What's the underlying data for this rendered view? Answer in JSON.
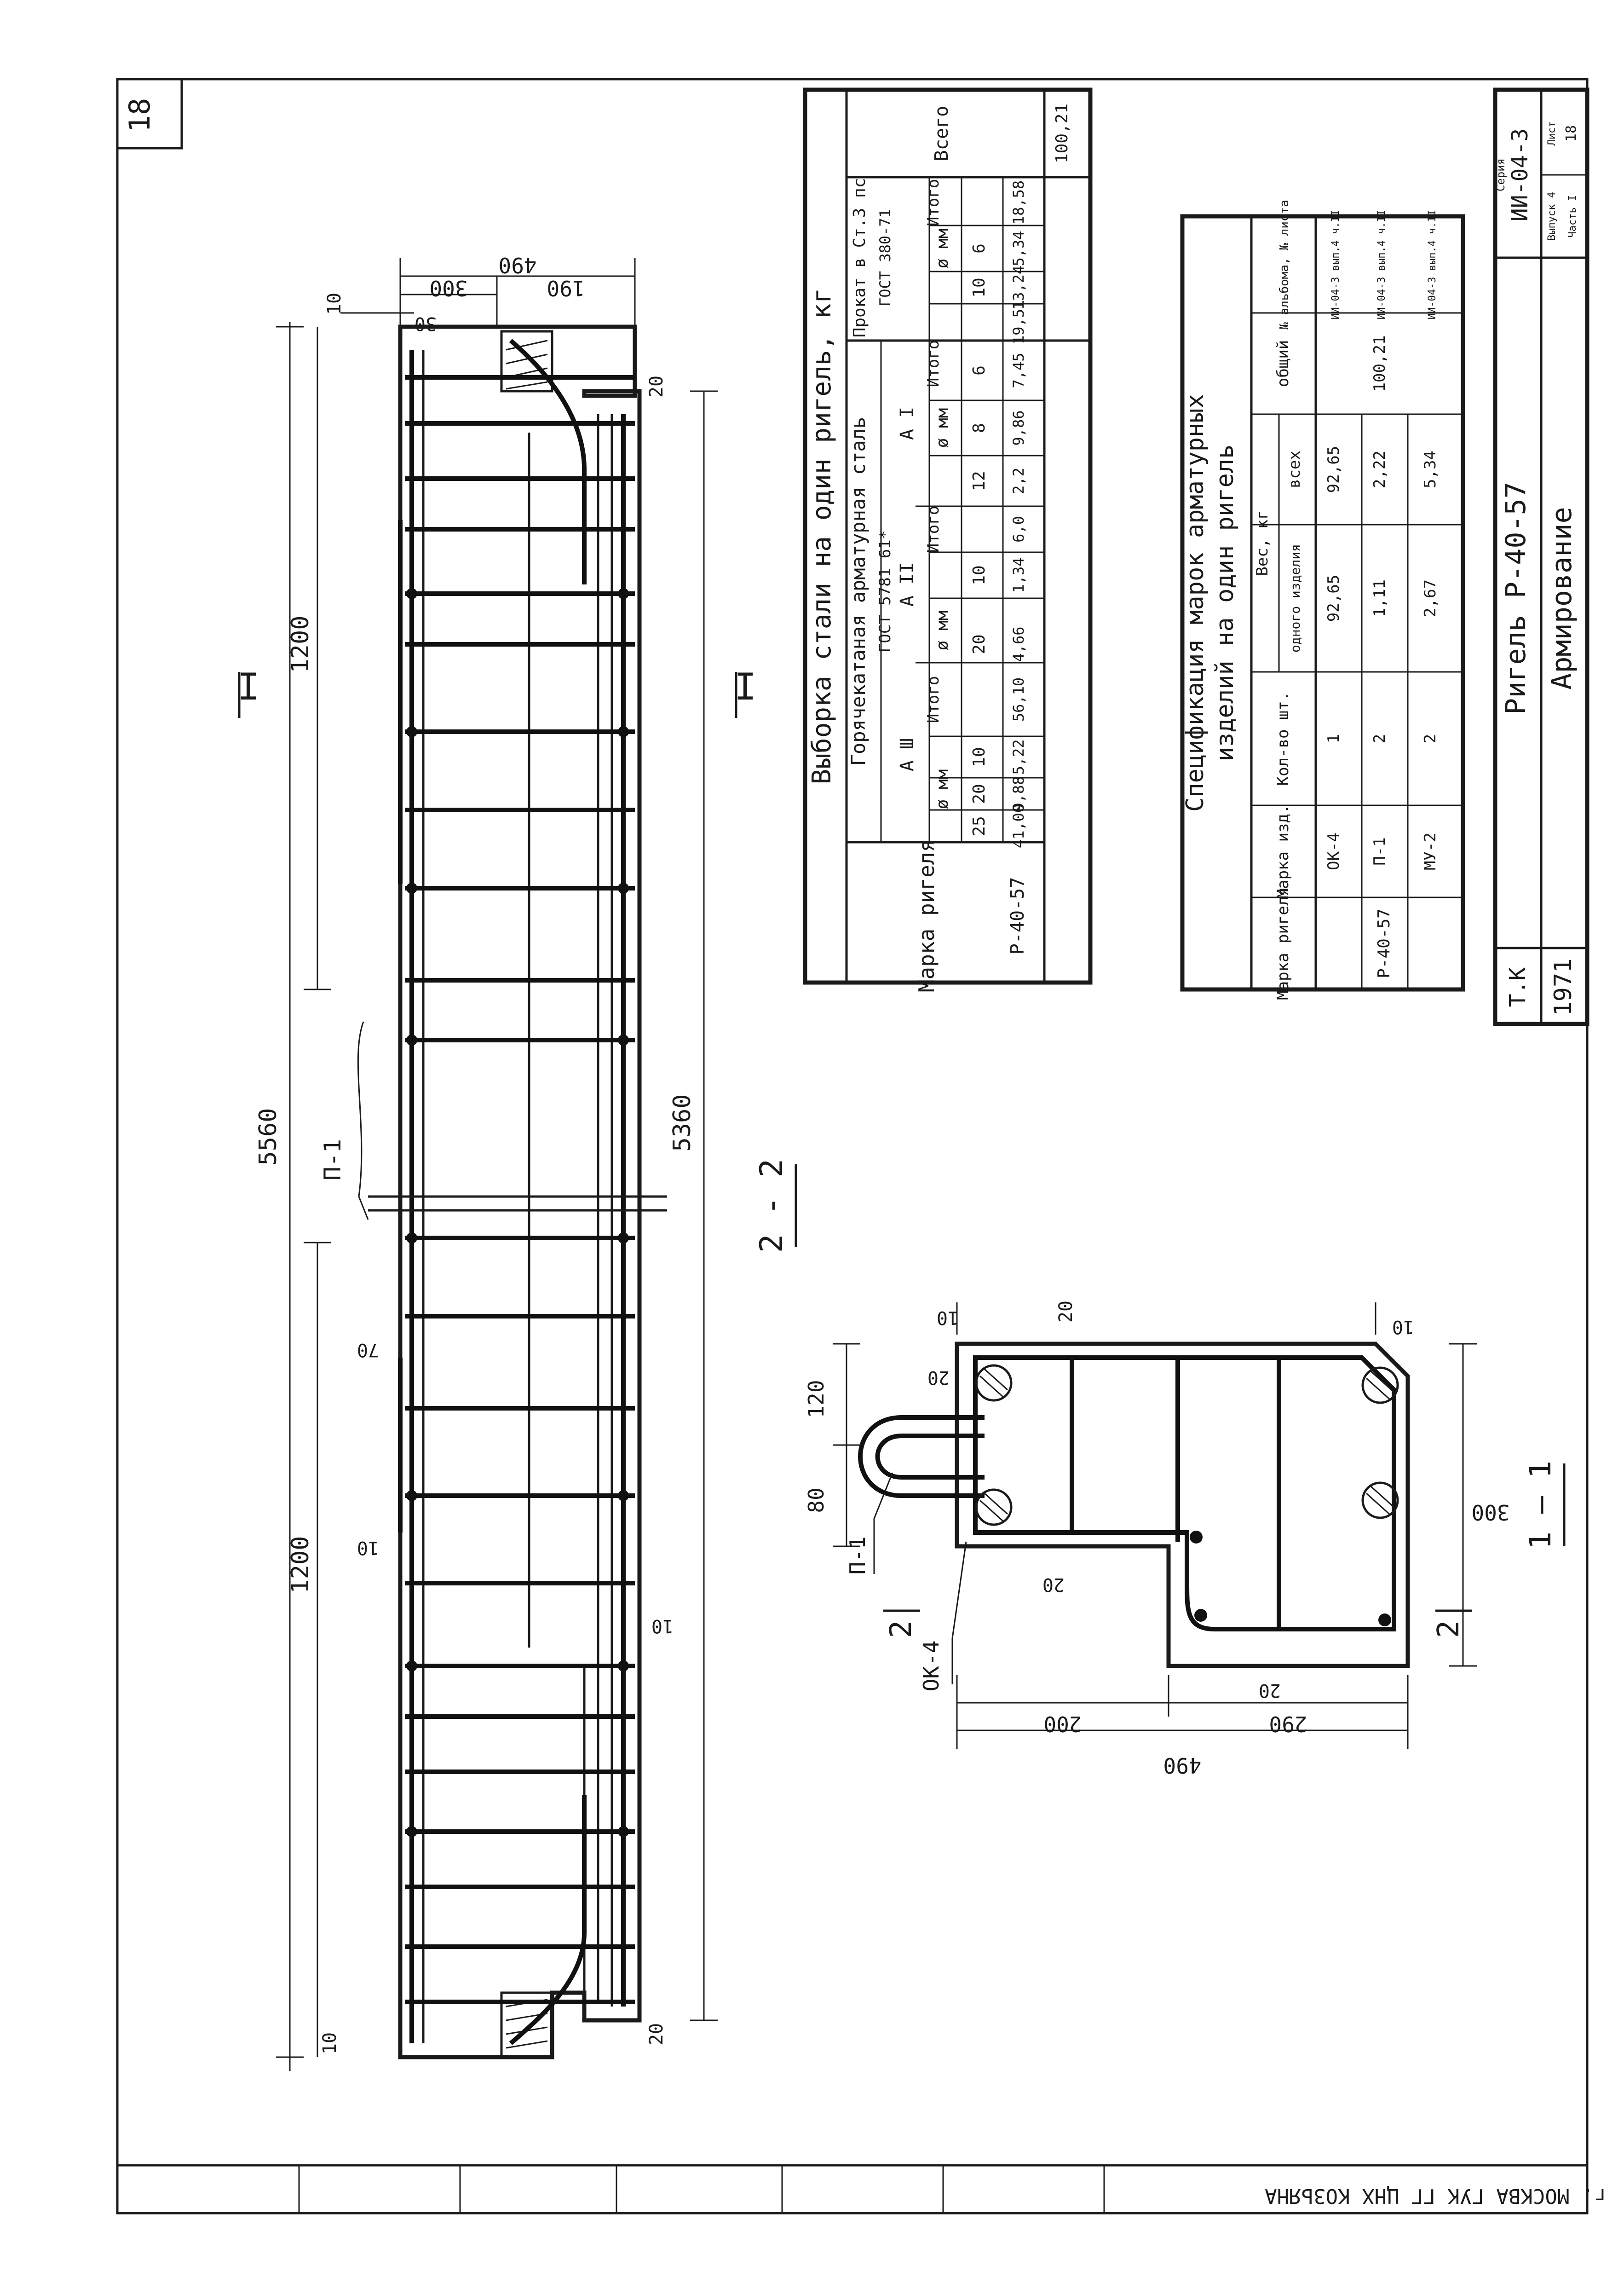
{
  "sheet": {
    "number": "18",
    "left_margin_strip": "г. МОСКВА  ГУК ГГ ЦНХ  КОЗЬЯНА",
    "title_block": {
      "organization": "Т.К",
      "year": "1971",
      "element": "Ригель  Р-40-57",
      "drawing_title": "Армирование",
      "series_label": "Серия",
      "series": "ИИ-04-3",
      "issue_label": "Выпуск 4",
      "part_label": "Часть I",
      "sheet_label": "Лист",
      "sheet_no": "18"
    }
  },
  "drawing": {
    "section_marks": {
      "s11_top": "I",
      "s11_bottom": "I",
      "s22_label": "2 - 2",
      "s11_label": "1 — 1",
      "s2_left": "2",
      "s2_right": "2"
    },
    "dims": {
      "d5560": "5560",
      "d5360": "5360",
      "d1200_top": "1200",
      "d1200_bottom": "1200",
      "d490": "490",
      "d300": "300",
      "d190": "190",
      "d30": "30",
      "d10a": "10",
      "d10b": "10",
      "d20a": "20",
      "d20b": "20",
      "d70": "70",
      "d10c": "10",
      "d10d": "10",
      "x_120": "120",
      "x_80": "80",
      "x_20a": "20",
      "x_20b": "20",
      "x_20c": "20",
      "x_20d": "20",
      "x_10a": "10",
      "x_10b": "10",
      "x_300": "300",
      "x_200": "200",
      "x_290": "290",
      "x_490": "490"
    },
    "callouts": {
      "p1_elev": "П-1",
      "p1_sec": "П-1",
      "ok4_sec": "ОК-4"
    }
  },
  "table_steel": {
    "title": "Выборка   стали  на  один  ригель, кг",
    "col_mark": "Марка ригеля",
    "group_hot": "Горячекатаная  арматурная  сталь",
    "group_hot_std": "ГОСТ  5781  61*",
    "group_rolled": "Прокат в Ст.3 пс",
    "group_rolled_std": "ГОСТ 380-71",
    "col_total": "Всего",
    "cls_aiii": "А Ш",
    "cls_aii": "А II",
    "cls_ai": "А I",
    "diam_label": "ø мм",
    "itogo": "Итого",
    "diams": [
      "25",
      "20",
      "10",
      "20",
      "10",
      "12",
      "8",
      "6",
      "10",
      "6"
    ],
    "row": {
      "mark": "Р-40-57",
      "values": [
        "41,00",
        "9,88",
        "5,22",
        "56,10",
        "4,66",
        "1,34",
        "6,0",
        "2,2",
        "9,86",
        "7,45",
        "19,51",
        "13,24",
        "5,34",
        "18,58",
        "100,21"
      ]
    }
  },
  "table_spec": {
    "title_line1": "Спецификация   марок  арматурных",
    "title_line2": "изделий    на  один  ригель",
    "col_mark": "Марка ригеля",
    "col_item": "Марка изд.",
    "col_qty": "Кол-во шт.",
    "col_weight": "Вес, кг",
    "col_one": "одного изделия",
    "col_all": "всех",
    "col_total": "общий",
    "col_album": "№ альбома, № листа",
    "rows": [
      {
        "mark": "Р-40-57",
        "item": "ОК-4",
        "qty": "1",
        "one": "92,65",
        "all": "92,65",
        "total": "100,21",
        "album": "ИИ-04-3 вып.4 ч.II"
      },
      {
        "mark": "",
        "item": "П-1",
        "qty": "2",
        "one": "1,11",
        "all": "2,22",
        "total": "",
        "album": "ИИ-04-3 вып.4 ч.II"
      },
      {
        "mark": "",
        "item": "МУ-2",
        "qty": "2",
        "one": "2,67",
        "all": "5,34",
        "total": "",
        "album": "ИИ-04-3 вып.4 ч.II"
      }
    ]
  }
}
